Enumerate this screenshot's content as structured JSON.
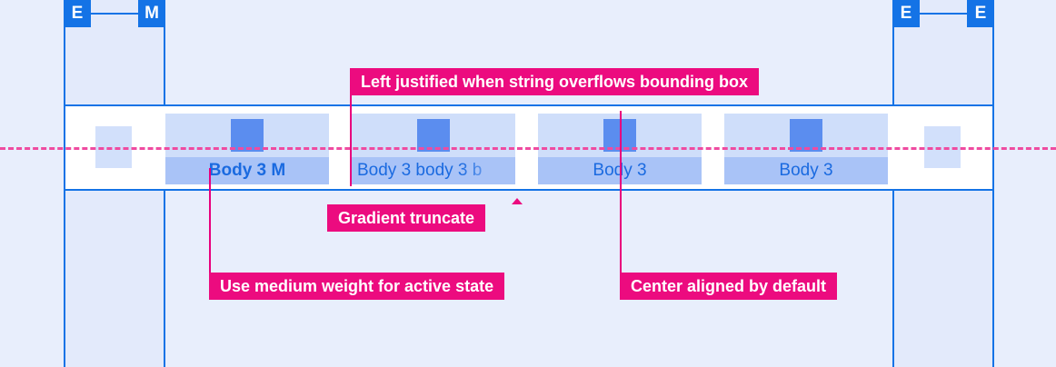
{
  "spec": {
    "title": "Tab label typography specification",
    "colors": {
      "canvas_bg": "#e8eefc",
      "guide_blue": "#1473e6",
      "annotation_pink": "#ec0b7f",
      "baseline_pink": "#ef4ba0",
      "tab_icon_area": "#cfdefa",
      "tab_icon": "#5b8def",
      "tab_label_area": "#a9c3f7",
      "label_text": "#1a6ae0",
      "plate_bg": "#ffffff"
    }
  },
  "badges": [
    {
      "label": "E",
      "name": "badge-e-left-outer"
    },
    {
      "label": "M",
      "name": "badge-m-left-inner"
    },
    {
      "label": "E",
      "name": "badge-e-right-inner"
    },
    {
      "label": "E",
      "name": "badge-e-right-outer"
    }
  ],
  "tabs": [
    {
      "label": "Body 3 M",
      "state": "active",
      "weight": "medium",
      "align": "center",
      "truncated": false
    },
    {
      "label": "Body 3 body 3 b",
      "state": "default",
      "weight": "regular",
      "align": "left",
      "truncated": true
    },
    {
      "label": "Body 3",
      "state": "default",
      "weight": "regular",
      "align": "center",
      "truncated": false
    },
    {
      "label": "Body 3",
      "state": "default",
      "weight": "regular",
      "align": "center",
      "truncated": false
    }
  ],
  "notes": [
    {
      "text": "Left justified when string overflows bounding box",
      "name": "note-left-justified"
    },
    {
      "text": "Gradient truncate",
      "name": "note-gradient-truncate"
    },
    {
      "text": "Use medium weight for active state",
      "name": "note-medium-weight"
    },
    {
      "text": "Center aligned by default",
      "name": "note-center-aligned"
    }
  ]
}
